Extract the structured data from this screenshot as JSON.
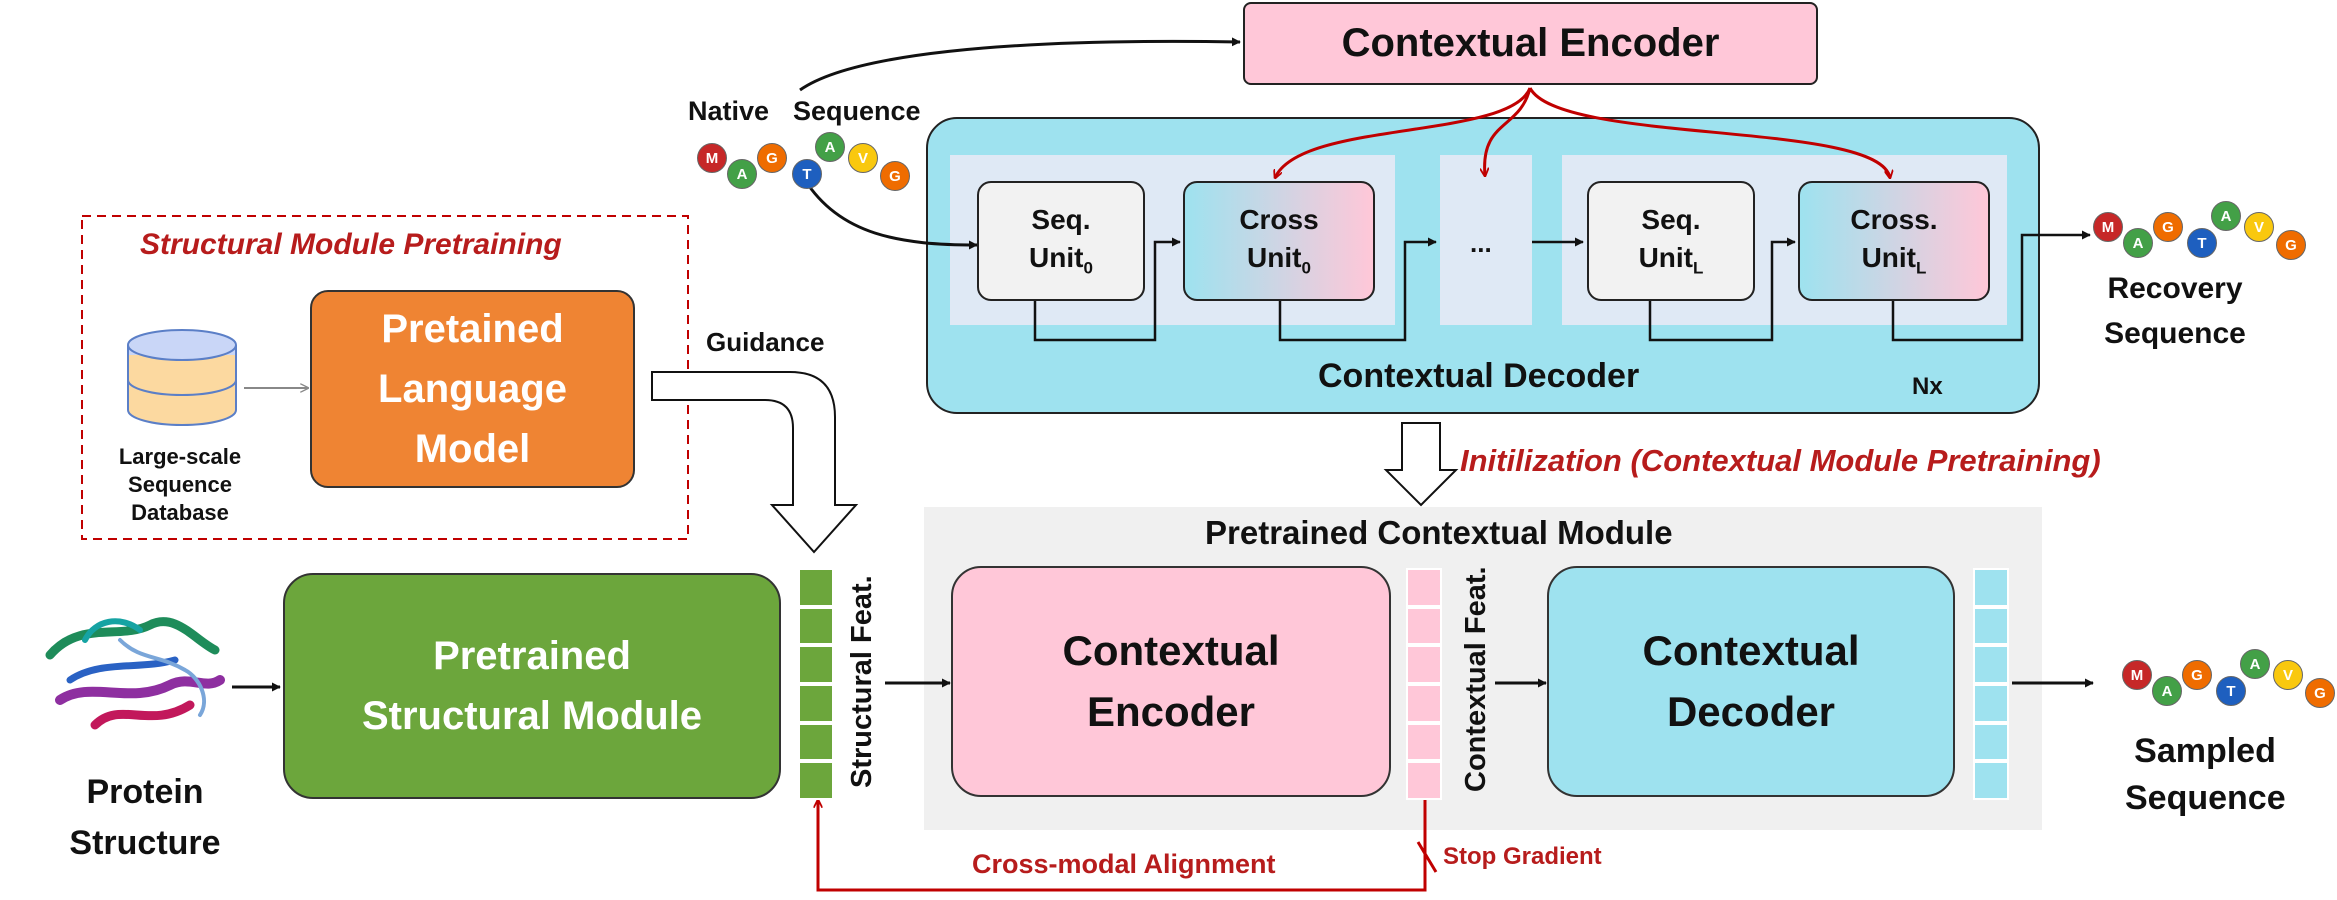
{
  "top": {
    "encoder_label": "Contextual Encoder",
    "native_word1": "Native",
    "native_word2": "Sequence",
    "decoder_label": "Contextual Decoder",
    "nx": "Nx",
    "ellipsis": "...",
    "units": [
      {
        "main": "Seq.",
        "sub_base": "Unit",
        "sub": "0"
      },
      {
        "main": "Cross",
        "sub_base": "Unit",
        "sub": "0"
      },
      {
        "main": "Seq.",
        "sub_base": "Unit",
        "sub": "L"
      },
      {
        "main": "Cross.",
        "sub_base": "Unit",
        "sub": "L"
      }
    ],
    "recovery_line1": "Recovery",
    "recovery_line2": "Sequence"
  },
  "pretraining": {
    "title": "Structural Module Pretraining",
    "db_line1": "Large-scale",
    "db_line2": "Sequence",
    "db_line3": "Database",
    "plm_line1": "Pretained",
    "plm_line2": "Language",
    "plm_line3": "Model",
    "guidance": "Guidance"
  },
  "init_label": "Initilization (Contextual Module Pretraining)",
  "bottom": {
    "module_title": "Pretrained Contextual Module",
    "psm_line1": "Pretrained",
    "psm_line2": "Structural Module",
    "ce_line1": "Contextual",
    "ce_line2": "Encoder",
    "cd_line1": "Contextual",
    "cd_line2": "Decoder",
    "struct_feat": "Structural Feat.",
    "context_feat": "Contextual Feat.",
    "protein_line1": "Protein",
    "protein_line2": "Structure",
    "sampled_line1": "Sampled",
    "sampled_line2": "Sequence",
    "alignment": "Cross-modal Alignment",
    "stop_gradient": "Stop Gradient"
  },
  "amino_acids": {
    "native": [
      "M",
      "A",
      "G",
      "T",
      "A",
      "V",
      "G"
    ],
    "recovery": [
      "M",
      "A",
      "G",
      "T",
      "A",
      "V",
      "G"
    ],
    "sampled": [
      "M",
      "A",
      "G",
      "T",
      "A",
      "V",
      "G"
    ]
  },
  "colors": {
    "encoder_pink": "#ffc7d8",
    "decoder_cyan": "#9ee2ef",
    "plm_orange": "#ef8433",
    "psm_green": "#6ca63c",
    "accent_red": "#c00000",
    "module_gray": "#f0f0f0",
    "aa_M": "#c62828",
    "aa_A": "#43a047",
    "aa_G": "#ef6c00",
    "aa_T": "#1e5fbf",
    "aa_V": "#f9c80e"
  }
}
